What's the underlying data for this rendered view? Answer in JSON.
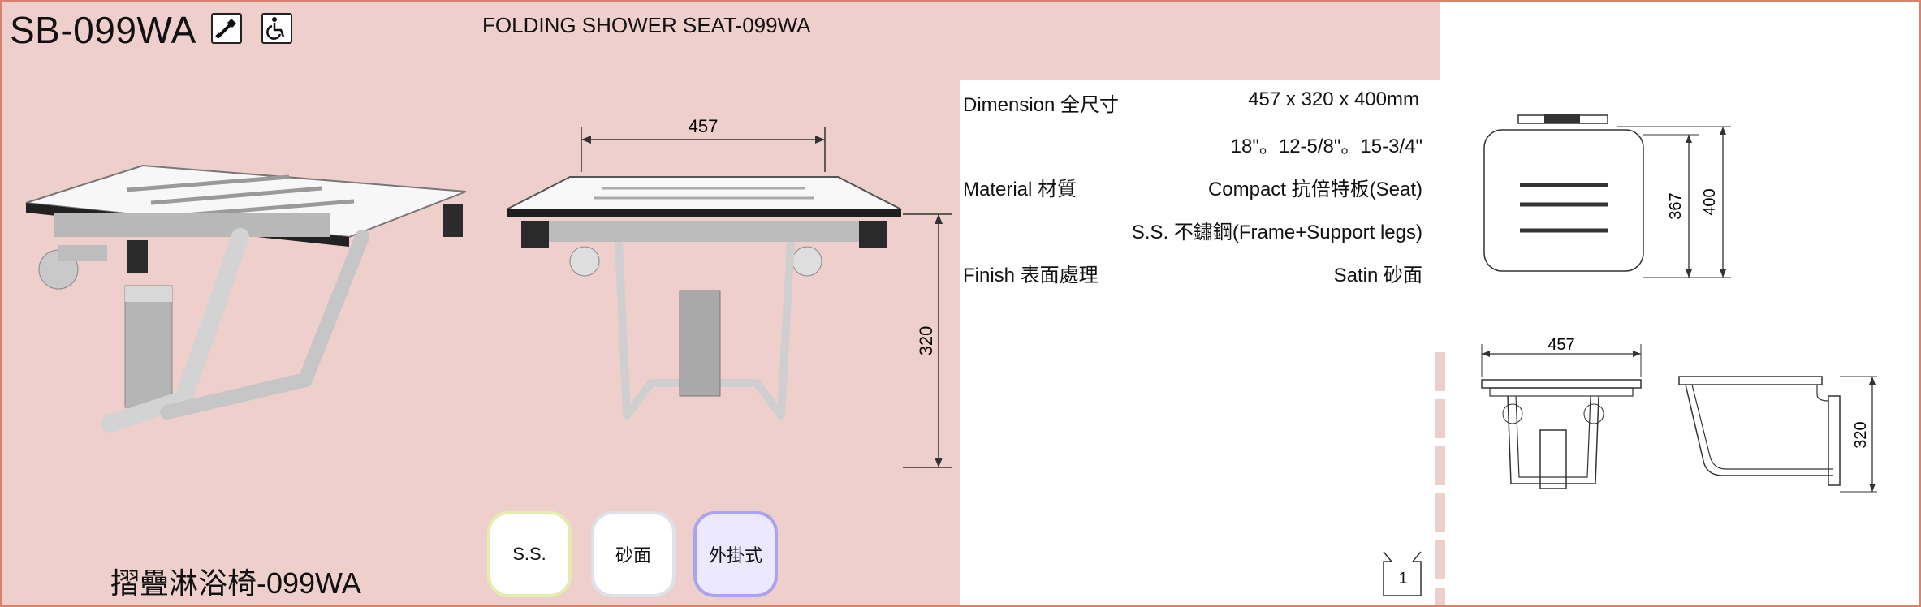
{
  "header": {
    "model": "SB-099WA",
    "title_en": "FOLDING SHOWER SEAT-099WA",
    "title_zh": "摺疊淋浴椅-099WA"
  },
  "icons": [
    "screwdriver-icon",
    "wheelchair-icon"
  ],
  "front_drawing": {
    "width": "457",
    "height": "320"
  },
  "features": [
    "S.S.",
    "砂面",
    "外掛式"
  ],
  "specs": {
    "dimension_label": "Dimension 全尺寸",
    "dimension_mm": "457 x 320 x 400mm",
    "dimension_in": "18\"。12-5/8\"。15-3/4\"",
    "material_label": "Material 材質",
    "material_seat": "Compact 抗倍特板(Seat)",
    "material_frame": "S.S. 不鏽鋼(Frame+Support legs)",
    "finish_label": "Finish 表面處理",
    "finish_value": "Satin 砂面"
  },
  "technical": {
    "top_depth": "367",
    "top_total": "400",
    "front_width": "457",
    "side_height": "320"
  },
  "page": "1",
  "colors": {
    "background_pink": "#efcfcc",
    "frame_border": "#d9826b",
    "pill_ss_border": "#e4ecb0",
    "pill_finish_border": "#dde2ea",
    "pill_mount_border": "#a9a4f0"
  }
}
